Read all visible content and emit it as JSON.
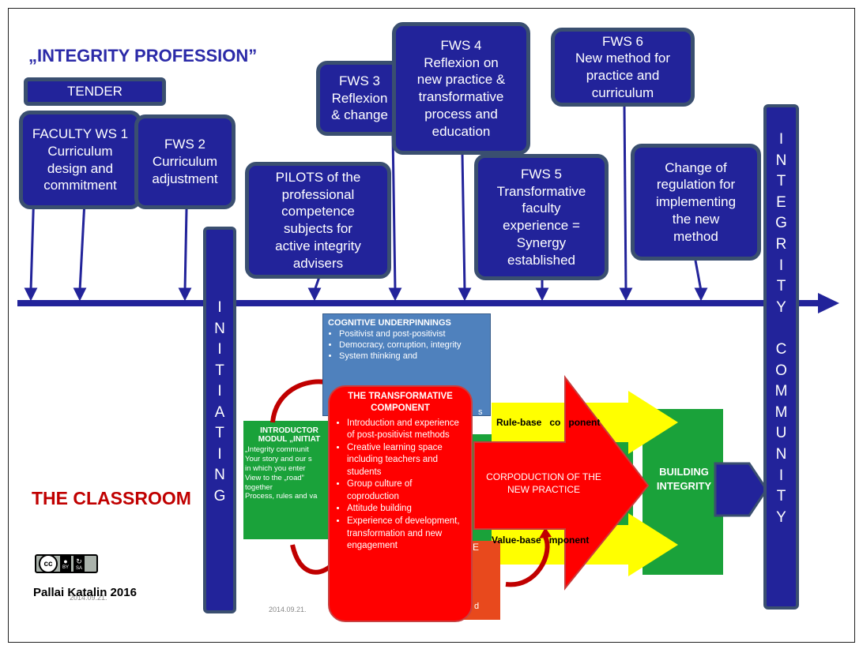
{
  "title": "„INTEGRITY PROFESSION”",
  "tender": "TENDER",
  "faculty_ws1": "FACULTY WS 1\nCurriculum\ndesign and\ncommitment",
  "fws2": "FWS 2\nCurriculum\nadjustment",
  "fws3": "FWS 3\nReflexion\n& change",
  "fws4": "FWS 4\nReflexion on\nnew practice &\ntransformative\nprocess and\neducation",
  "fws5": "FWS 5\nTransformative\nfaculty\nexperience =\nSynergy\nestablished",
  "fws6": "FWS 6\nNew method for\npractice and\ncurriculum",
  "pilots": "PILOTS of the\nprofessional\ncompetence\nsubjects for\nactive integrity\nadvisers",
  "regulation": "Change of\nregulation for\nimplementing\nthe new\nmethod",
  "initiating": "I\nN\nI\nT\nI\nA\nT\nI\nN\nG",
  "integrity_community": "I\nN\nT\nE\nG\nR\nI\nT\nY\n\nC\nO\nM\nM\nU\nN\nI\nT\nY",
  "classroom": "THE CLASSROOM",
  "author": "Pallai Katalin  2016",
  "date_overlay": "2014.09.21.",
  "date_center": "2014.09.21.",
  "cognitive": {
    "title": "COGNITIVE UNDERPINNINGS",
    "items": [
      "Positivist and post-positivist",
      "Democracy, corruption, integrity",
      "System thinking and"
    ],
    "tail": "s"
  },
  "introductory": {
    "title": "INTRODUCTOR\nMODUL „INITIAT",
    "lines": [
      "„Integrity communit",
      "Your story and our s",
      "in which you enter",
      "View to the „road”",
      "together",
      "Process, rules and va"
    ]
  },
  "transformative": {
    "title": "THE TRANSFORMATIVE\nCOMPONENT",
    "items": [
      "Introduction and experience of post-positivist methods",
      "Creative learning space including teachers and students",
      "Group culture of coproduction",
      "Attitude building",
      "Experience of development, transformation and new engagement"
    ]
  },
  "rule_based": "Rule-base   co   ponent",
  "value_based": "Value-base   mponent",
  "orange_letter": "E",
  "orange_tail": "d",
  "corpoduction": "CORPODUCTION OF THE\nNEW PRACTICE",
  "building": "BUILDING\nINTEGRITY",
  "license": {
    "cc": "cc",
    "by": "BY",
    "sa": "SA"
  },
  "colors": {
    "navy": "#22239a",
    "border": "#3a4f70",
    "red": "#ff0000",
    "green": "#1aa23a",
    "blue": "#4f81bd",
    "yellow": "#ffff00",
    "orange": "#e8491d",
    "title_blue": "#2b2aa8",
    "classroom_red": "#c00000"
  }
}
